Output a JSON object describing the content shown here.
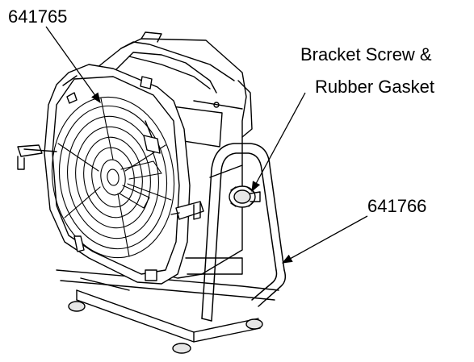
{
  "labels": {
    "part_641765": "641765",
    "bracket_line1": "Bracket Screw &",
    "bracket_line2": "Rubber Gasket",
    "part_641766": "641766"
  },
  "colors": {
    "line": "#000000",
    "fill": "#ffffff",
    "shade": "#e6e6e6"
  }
}
